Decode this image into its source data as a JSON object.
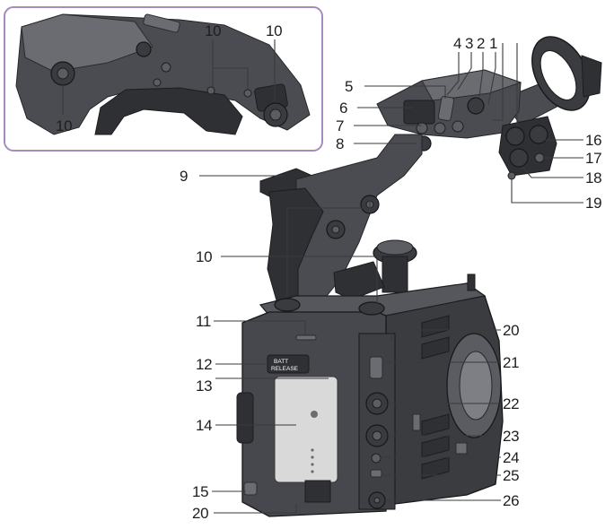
{
  "callouts": {
    "c1": "1",
    "c2": "2",
    "c3": "3",
    "c4": "4",
    "c5": "5",
    "c6": "6",
    "c7": "7",
    "c8": "8",
    "c9": "9",
    "c10_top_a": "10",
    "c10_top_b": "10",
    "c10_inset_left": "10",
    "c10_main_a": "10",
    "c11": "11",
    "c12": "12",
    "c13": "13",
    "c14": "14",
    "c15": "15",
    "c16": "16",
    "c17": "17",
    "c18": "18",
    "c19": "19",
    "c20_upper": "20",
    "c20_lower": "20",
    "c21": "21",
    "c22": "22",
    "c23": "23",
    "c24": "24",
    "c25": "25",
    "c26": "26"
  },
  "printed": {
    "batt_release_line1": "BATT",
    "batt_release_line2": "RELEASE"
  },
  "colors": {
    "inset_border": "#a58bbf",
    "body_dark": "#2f3034",
    "battery": "#d9d9d9"
  }
}
